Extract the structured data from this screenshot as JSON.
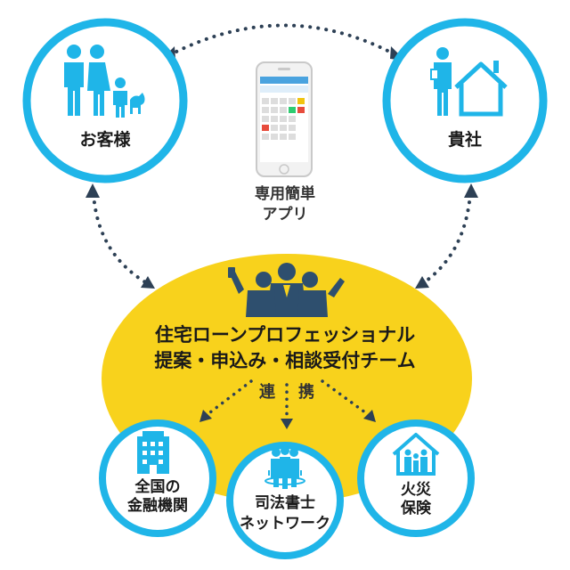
{
  "colors": {
    "ring": "#1fb5e8",
    "yellow": "#f8d21c",
    "people": "#1fb5e8",
    "team": "#2e4f6e",
    "dots": "#2d4055"
  },
  "customer": {
    "label": "お客様",
    "icon": "family-icon"
  },
  "company": {
    "label": "貴社",
    "icon": "house-icon"
  },
  "app": {
    "line1": "専用簡単",
    "line2": "アプリ",
    "icon": "smartphone-icon"
  },
  "team": {
    "line1": "住宅ローンプロフェッショナル",
    "line2": "提案・申込み・相談受付チーム",
    "icon": "team-icon"
  },
  "cooperation": {
    "left": "連",
    "right": "携"
  },
  "partners": [
    {
      "line1": "全国の",
      "line2": "金融機関",
      "icon": "building-icon"
    },
    {
      "line1": "司法書士",
      "line2": "ネットワーク",
      "icon": "group-icon"
    },
    {
      "line1": "火災",
      "line2": "保険",
      "icon": "family-house-icon"
    }
  ]
}
